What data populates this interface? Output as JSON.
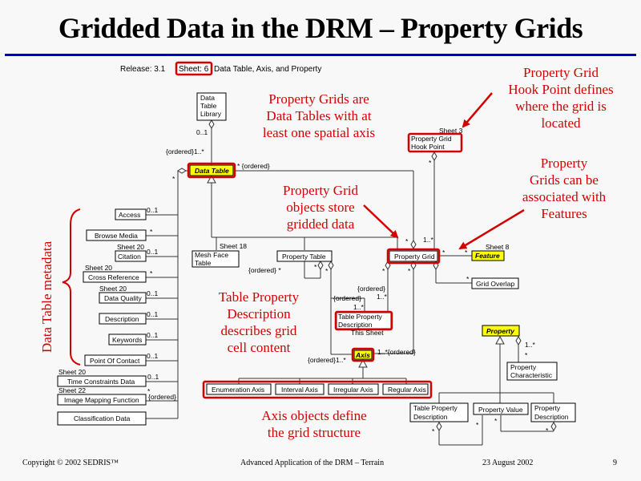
{
  "slide": {
    "title": "Gridded Data in the DRM – Property Grids",
    "header": {
      "release": "Release: 3.1",
      "sheet": "Sheet: 6",
      "subject": "Data Table, Axis, and Property"
    }
  },
  "colors": {
    "rule": "#0000c8",
    "annotation": "#d40000",
    "highlight": "#ffff00"
  },
  "classes": {
    "data_table_library": [
      "Data",
      "Table",
      "Library"
    ],
    "data_table": "Data Table",
    "access": "Access",
    "browse_media": "Browse Media",
    "citation": "Citation",
    "cross_reference": "Cross Reference",
    "data_quality": "Data Quality",
    "description": "Description",
    "keywords": "Keywords",
    "point_of_contact": "Point Of Contact",
    "time_constraints": "Time Constraints Data",
    "image_mapping": "Image Mapping Function",
    "classification": "Classification Data",
    "mesh_face_table": [
      "Mesh Face",
      "Table"
    ],
    "property_table": "Property Table",
    "property_grid": "Property Grid",
    "hook_point": [
      "Property Grid",
      "Hook Point"
    ],
    "feature": "Feature",
    "grid_overlap": "Grid Overlap",
    "table_property_description": [
      "Table Property",
      "Description"
    ],
    "axis": "Axis",
    "enumeration_axis": "Enumeration Axis",
    "interval_axis": "Interval Axis",
    "irregular_axis": "Irregular Axis",
    "regular_axis": "Regular Axis",
    "property": "Property",
    "property_characteristic": [
      "Property",
      "Characteristic"
    ],
    "tpd2": [
      "Table Property",
      "Description"
    ],
    "property_value": "Property Value",
    "property_description": [
      "Property",
      "Description"
    ]
  },
  "labels": {
    "sheet20": "Sheet 20",
    "sheet22": "Sheet 22",
    "sheet18": "Sheet 18",
    "sheet3": "Sheet 3",
    "sheet8": "Sheet 8",
    "this_sheet": "This Sheet",
    "m01": "0..1",
    "star": "*",
    "one_star": "1..*",
    "ordered": "{ordered}",
    "ordered_1star": "{ordered}1..*",
    "star_ordered": "* {ordered}",
    "ordered_star": "{ordered} *",
    "one_star_ordered": "1..*{ordered}"
  },
  "annotations": {
    "spatial_axis": [
      "Property Grids are",
      "Data Tables with at",
      "least one spatial axis"
    ],
    "hook_point": [
      "Property Grid",
      "Hook Point defines",
      "where the grid is",
      "located"
    ],
    "features": [
      "Property",
      "Grids can be",
      "associated with",
      "Features"
    ],
    "store": [
      "Property Grid",
      "objects store",
      "gridded data"
    ],
    "tpd": [
      "Table Property",
      "Description",
      "describes grid",
      "cell content"
    ],
    "axis": [
      "Axis objects define",
      "the grid structure"
    ],
    "metadata": "Data Table metadata"
  },
  "footer": {
    "copyright": "Copyright © 2002 SEDRIS™",
    "center": "Advanced Application of the DRM – Terrain",
    "date": "23 August 2002",
    "page": "9"
  }
}
